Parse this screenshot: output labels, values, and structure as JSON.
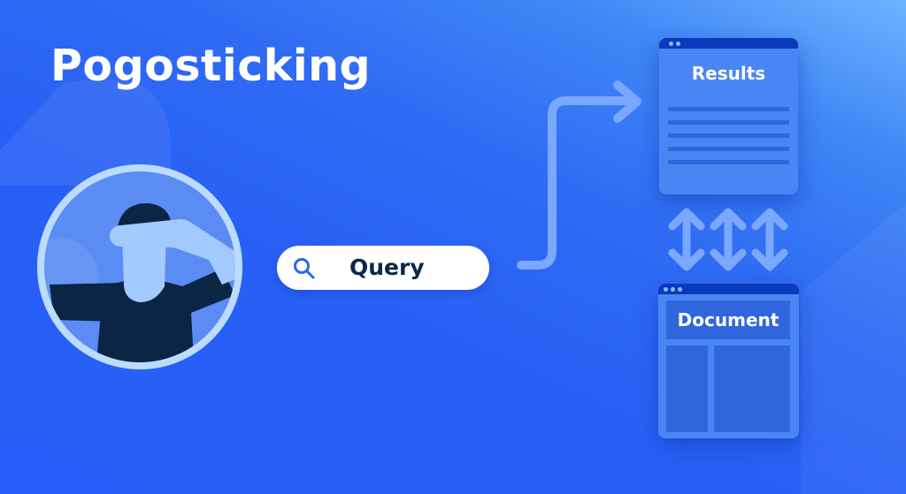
{
  "title": "Pogosticking",
  "search": {
    "icon": "search-icon",
    "query": "Query"
  },
  "results_window": {
    "label": "Results",
    "titlebar_dots": 2,
    "lines": 5
  },
  "document_window": {
    "label": "Document",
    "titlebar_dots": 3
  },
  "flow": {
    "user_to_query": "user searches",
    "query_to_results": "arrow-right",
    "results_document": "bidirectional-arrows"
  },
  "colors": {
    "background": "#2860f5",
    "background_highlight": "#6db3ff",
    "window_body": "#4a86f3",
    "window_titlebar": "#0a3bbd",
    "window_block": "#2f66de",
    "arrow": "#7aa8ff",
    "text_dark": "#0d2748",
    "ring": "#bcdcff"
  }
}
